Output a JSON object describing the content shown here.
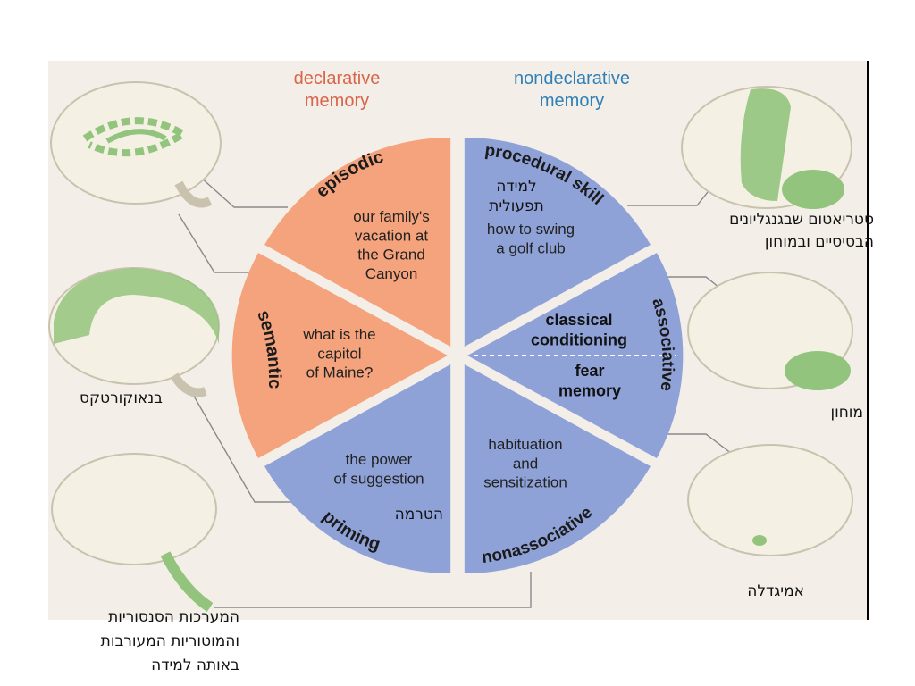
{
  "headers": {
    "declarative": "declarative\nmemory",
    "nondeclarative": "nondeclarative\nmemory"
  },
  "segments": {
    "episodic": {
      "label": "episodic",
      "example": "our family's\nvacation at\nthe Grand\nCanyon"
    },
    "semantic": {
      "label": "semantic",
      "example": "what is the\ncapitol\nof Maine?"
    },
    "priming": {
      "label": "priming",
      "example": "the power\nof suggestion"
    },
    "procedural": {
      "label": "procedural skill",
      "example": "how to swing\na golf club"
    },
    "associative": {
      "label": "associative",
      "classical": "classical\nconditioning",
      "fear": "fear\nmemory"
    },
    "nonassociative": {
      "label": "nonassociative",
      "example": "habituation\nand\nsensitization"
    }
  },
  "hebrew": {
    "procedural": "למידה\nתפעולית",
    "striatum": "סטריאטום שבגנגליונים\nהבסיסיים ובמוחון",
    "cerebellum": "מוחון",
    "amygdala": "אמיגדלה",
    "neocortex": "בנאוקורטקס",
    "priming": "הטרמה",
    "sensory": "המערכות הסנסוריות\nוהמוטוריות המעורבות\nבאותה למידה"
  },
  "colors": {
    "declarative": "#f4a37c",
    "nondeclarative": "#8fa2d8",
    "declarative_text": "#d9654a",
    "nondeclarative_text": "#2f7fb8",
    "brain": "#f4f0e3",
    "highlight": "#93c47d"
  }
}
